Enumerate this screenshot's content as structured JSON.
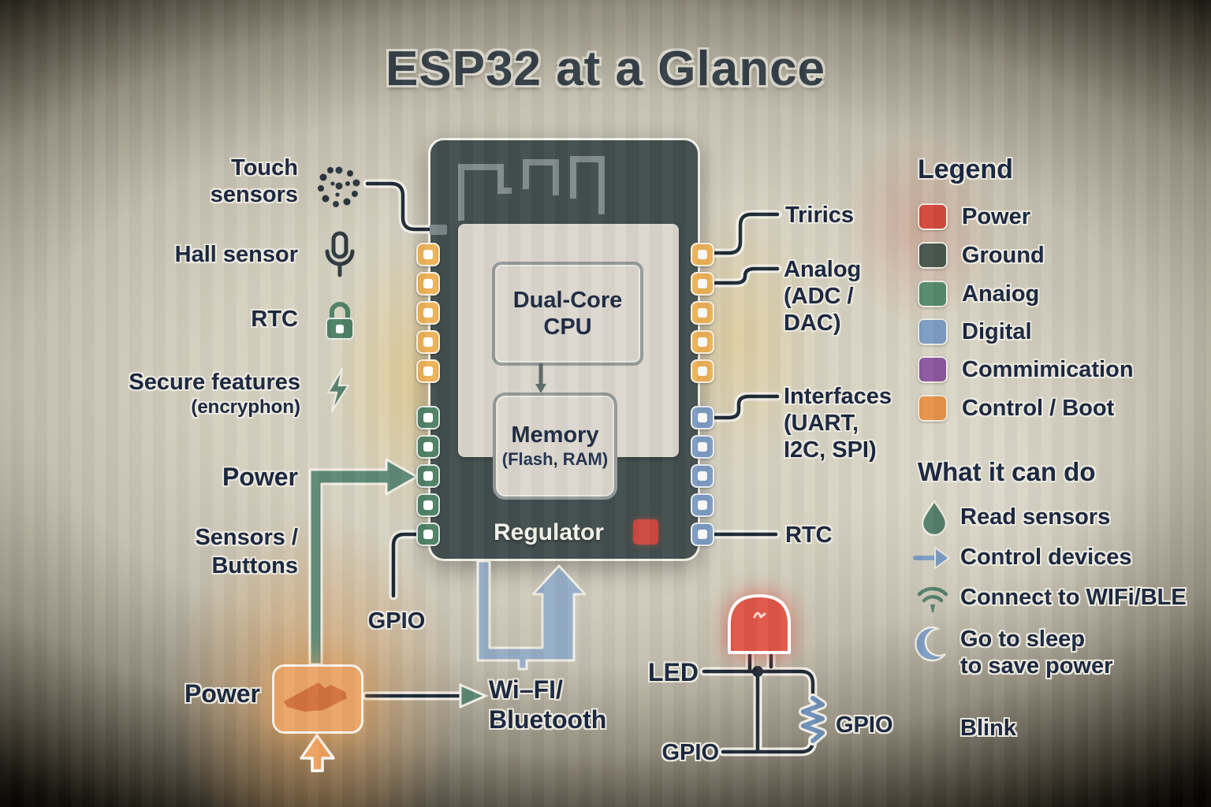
{
  "title": "ESP32 at a Glance",
  "chip": {
    "cpu_line1": "Dual-Core",
    "cpu_line2": "CPU",
    "memory_title": "Memory",
    "memory_subtitle": "(Flash, RAM)",
    "regulator_label": "Regulator"
  },
  "callouts_left": {
    "touch": {
      "line1": "Touch",
      "line2": "sensors"
    },
    "hall": {
      "label": "Hall sensor"
    },
    "rtc": {
      "label": "RTC"
    },
    "secure": {
      "line1": "Secure features",
      "line2": "(encryphon)"
    },
    "power": {
      "label": "Power"
    },
    "sensors_buttons": {
      "line1": "Sensors /",
      "line2": "Buttons"
    },
    "gpio": {
      "label": "GPIO"
    }
  },
  "callouts_right": {
    "timers": {
      "label": "Trirics"
    },
    "analog": {
      "line1": "Analog",
      "line2": "(ADC /",
      "line3": "DAC)"
    },
    "interfaces": {
      "line1": "Interfaces",
      "line2": "(UART,",
      "line3": "I2C, SPI)"
    },
    "rtc": {
      "label": "RTC"
    }
  },
  "legend": {
    "heading": "Legend",
    "items": [
      {
        "label": "Power",
        "color": "#d5493d"
      },
      {
        "label": "Ground",
        "color": "#49564f"
      },
      {
        "label": "Anaiog",
        "color": "#578b6d"
      },
      {
        "label": "Digital",
        "color": "#7e9cc3"
      },
      {
        "label": "Commimication",
        "color": "#8d58a0"
      },
      {
        "label": "Control / Boot",
        "color": "#e7944b"
      }
    ]
  },
  "capabilities": {
    "heading": "What it can do",
    "items": [
      {
        "icon": "droplet-icon",
        "label": "Read sensors"
      },
      {
        "icon": "arrow-right-icon",
        "label": "Control devices"
      },
      {
        "icon": "wifi-icon",
        "label": "Connect to WIFi/BLE"
      },
      {
        "icon": "moon-icon",
        "line1": "Go to sleep",
        "line2": "to save power"
      }
    ],
    "blink_label": "Blink"
  },
  "bottom": {
    "power_label": "Power",
    "wifi_line1": "Wi–FI/",
    "wifi_line2": "Bluetooth"
  },
  "led_circuit": {
    "led_label": "LED",
    "gpio_bottom_label": "GPIO",
    "gpio_right_label": "GPIO"
  },
  "colors": {
    "pin_control": "#ecb258",
    "pin_analog": "#4f8166",
    "pin_digital": "#7e9cc2",
    "chip_body": "#434f4e",
    "led_red": "#e05748",
    "power_box_orange": "#eca668",
    "arrow_green": "#5f8a77",
    "arrow_blue": "#94acc9",
    "wire_dark": "#1e2a36"
  }
}
